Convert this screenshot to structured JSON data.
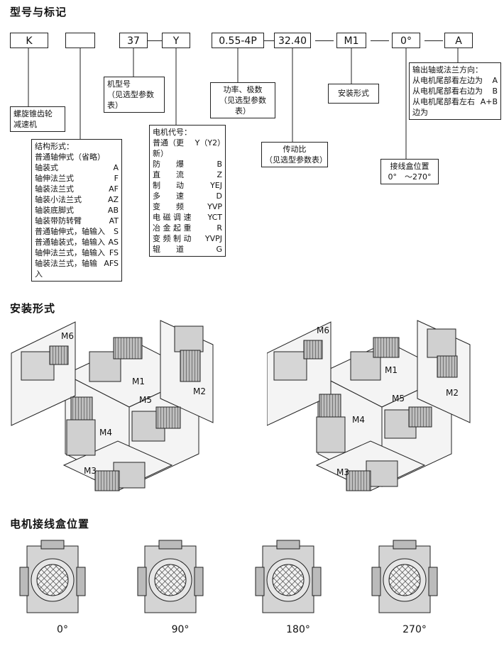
{
  "headings": {
    "model": "型号与标记",
    "mount": "安装形式",
    "jbox": "电机接线盒位置"
  },
  "code": {
    "k": "K",
    "blank": "",
    "size": "37",
    "y": "Y",
    "power": "0.55-4P",
    "ratio": "32.40",
    "m1": "M1",
    "angle": "0°",
    "a": "A"
  },
  "notes": {
    "spiral": [
      "螺旋锥齿轮",
      "减速机"
    ],
    "model_no": [
      "机型号",
      "（见选型参数表）"
    ],
    "power_poles": [
      "功率、极数",
      "（见选型参数表）"
    ],
    "mount_form": "安装形式",
    "shaft_dir": {
      "title": "输出轴或法兰方向：",
      "rows": [
        {
          "k": "从电机尾部看左边为",
          "v": "A"
        },
        {
          "k": "从电机尾部看右边为",
          "v": "B"
        },
        {
          "k": "从电机尾部看左右边为",
          "v": "A+B"
        }
      ]
    },
    "structure": {
      "title": "结构形式：",
      "rows": [
        {
          "k": "普通轴伸式（省略）",
          "v": ""
        },
        {
          "k": "轴装式",
          "v": "A"
        },
        {
          "k": "轴伸法兰式",
          "v": "F"
        },
        {
          "k": "轴装法兰式",
          "v": "AF"
        },
        {
          "k": "轴装小法兰式",
          "v": "AZ"
        },
        {
          "k": "轴装底脚式",
          "v": "AB"
        },
        {
          "k": "轴装带防转臂",
          "v": "AT"
        },
        {
          "k": "普通轴伸式，轴输入",
          "v": "S"
        },
        {
          "k": "普通轴装式，轴输入",
          "v": "AS"
        },
        {
          "k": "轴伸法兰式，轴输入",
          "v": "FS"
        },
        {
          "k": "轴装法兰式，轴输入",
          "v": "AFS"
        }
      ]
    },
    "motor": {
      "title": "电机代号：",
      "rows": [
        {
          "k": "普通（更新）",
          "v": "Y（Y2）"
        },
        {
          "k": "防　　爆",
          "v": "B"
        },
        {
          "k": "直　　流",
          "v": "Z"
        },
        {
          "k": "制　　动",
          "v": "YEJ"
        },
        {
          "k": "多　　速",
          "v": "D"
        },
        {
          "k": "变　　频",
          "v": "YVP"
        },
        {
          "k": "电 磁 调 速",
          "v": "YCT"
        },
        {
          "k": "冶 金 起 重",
          "v": "R"
        },
        {
          "k": "变 频 制 动",
          "v": "YVPJ"
        },
        {
          "k": "辊　　道",
          "v": "G"
        }
      ]
    },
    "ratio": [
      "传动比",
      "（见选型参数表）"
    ],
    "jbox": [
      "接线盒位置",
      "0°　～270°"
    ]
  },
  "mount_labels": {
    "left": [
      "M6",
      "M1",
      "M2",
      "M5",
      "M4",
      "M3"
    ],
    "right": [
      "M6",
      "M1",
      "M2",
      "M5",
      "M4",
      "M3"
    ]
  },
  "jbox_angles": [
    "0°",
    "90°",
    "180°",
    "270°"
  ]
}
